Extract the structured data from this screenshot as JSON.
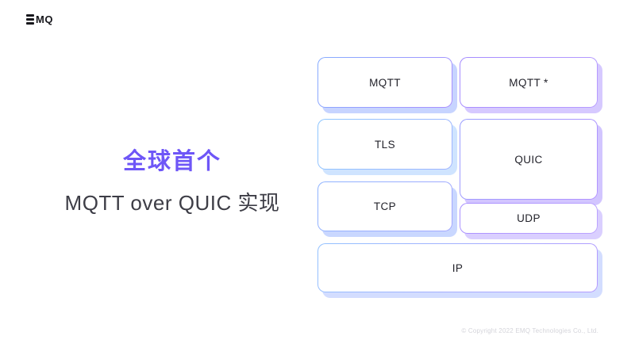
{
  "slide": {
    "background": "#ffffff",
    "copyright": "© Copyright 2022 EMQ Technologies Co., Ltd."
  },
  "logo": {
    "brand": "EMQ",
    "text_part": "MQ"
  },
  "title": {
    "line1": "全球首个",
    "line2": "MQTT over QUIC 实现",
    "line1_color": "#6E56F7",
    "line2_color": "#3D3D46"
  },
  "stack": {
    "boxes": [
      {
        "id": "mqtt",
        "label": "MQTT",
        "border_from": "#86ACFF",
        "border_to": "#A98FFF",
        "shadow": "#C7D4FF"
      },
      {
        "id": "mqtt-star",
        "label": "MQTT *",
        "border_from": "#A58BFF",
        "border_to": "#B79CFF",
        "shadow": "#D6C9FF"
      },
      {
        "id": "tls",
        "label": "TLS",
        "border_from": "#8FC7FF",
        "border_to": "#9FB4FF",
        "shadow": "#CFE4FF"
      },
      {
        "id": "quic",
        "label": "QUIC",
        "border_from": "#9A9EFF",
        "border_to": "#B393FF",
        "shadow": "#D2C5FF"
      },
      {
        "id": "tcp",
        "label": "TCP",
        "border_from": "#8FB4FF",
        "border_to": "#A3A8FF",
        "shadow": "#C9D7FF"
      },
      {
        "id": "udp",
        "label": "UDP",
        "border_from": "#A98FFF",
        "border_to": "#BCA4FF",
        "shadow": "#DACFFF"
      },
      {
        "id": "ip",
        "label": "IP",
        "border_from": "#93C2FF",
        "border_to": "#B49AFF",
        "shadow": "#D3DDFF"
      }
    ]
  }
}
